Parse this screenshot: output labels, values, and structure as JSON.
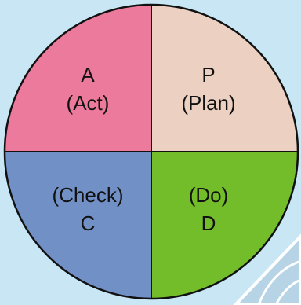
{
  "colors": {
    "background": "#c8e6f4",
    "outline": "#111111",
    "act": "#ec7a9c",
    "plan": "#ecd0c2",
    "check": "#7190c6",
    "do": "#74bd2a",
    "corner_decor": "#b7d4e6"
  },
  "quadrants": {
    "act": {
      "letter": "A",
      "word": "(Act)"
    },
    "plan": {
      "letter": "P",
      "word": "(Plan)"
    },
    "check": {
      "word": "(Check)",
      "letter": "C"
    },
    "do": {
      "word": "(Do)",
      "letter": "D"
    }
  }
}
